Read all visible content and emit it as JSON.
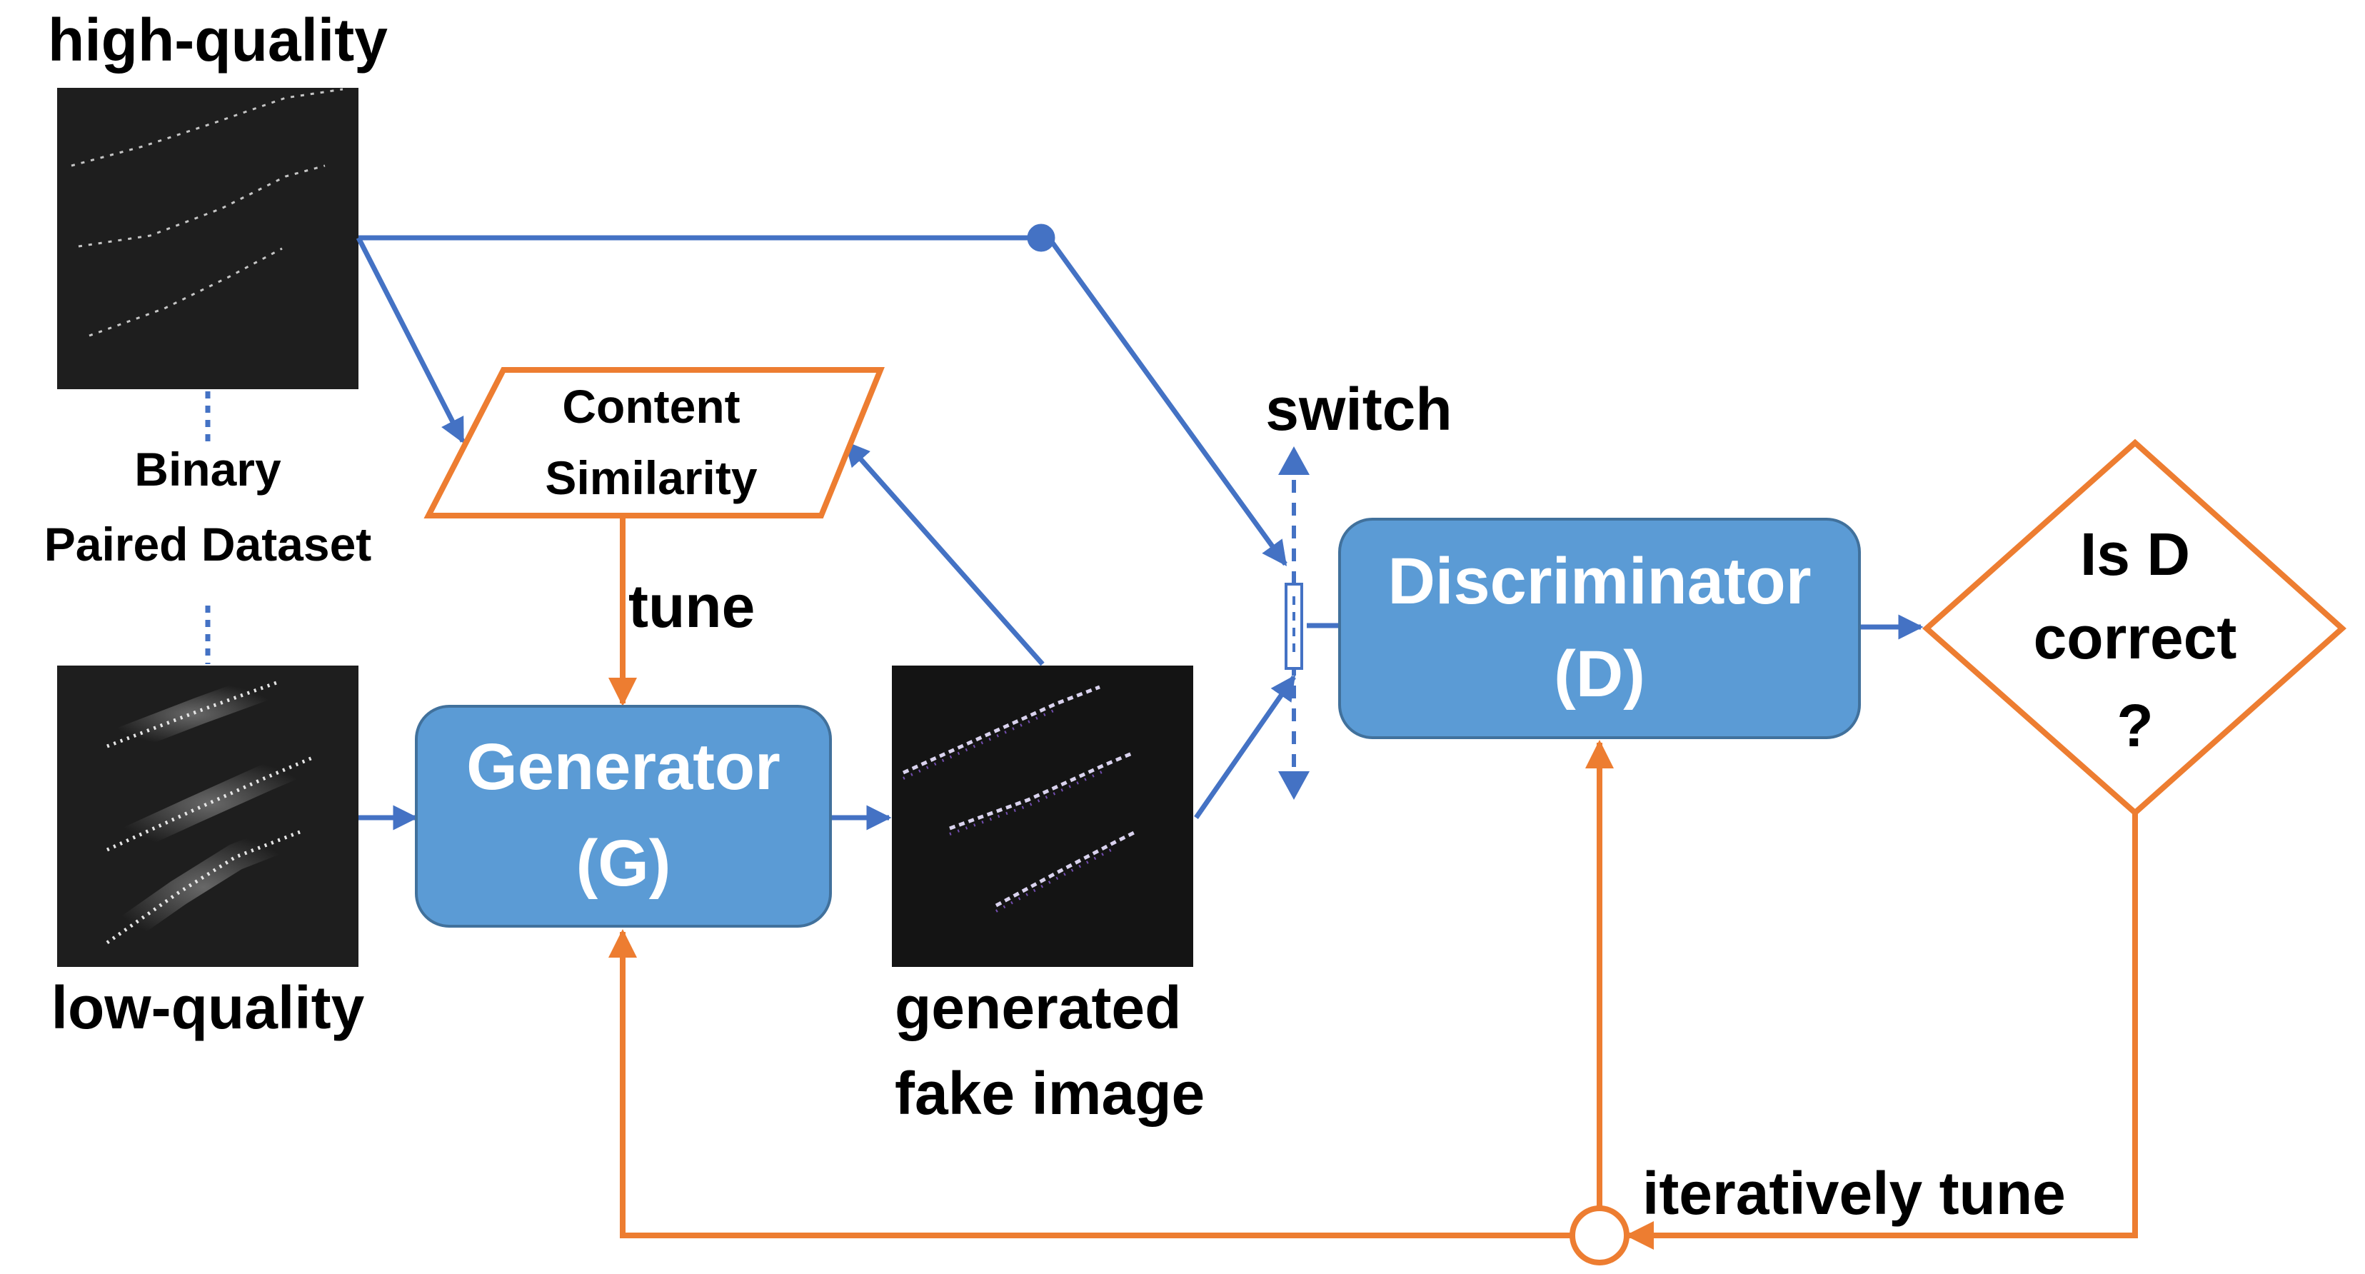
{
  "labels": {
    "high_quality": "high-quality",
    "low_quality": "low-quality",
    "binary": "Binary",
    "paired_dataset": "Paired Dataset",
    "content_line1": "Content",
    "content_line2": "Similarity",
    "tune": "tune",
    "generator_line1": "Generator",
    "generator_line2": "(G)",
    "generated_line1": "generated",
    "generated_line2": "fake image",
    "switch": "switch",
    "discriminator_line1": "Discriminator",
    "discriminator_line2": "(D)",
    "decision_line1": "Is D",
    "decision_line2": "correct",
    "decision_line3": "?",
    "iteratively_tune": "iteratively tune"
  },
  "colors": {
    "blue_arrow": "#4472C4",
    "box_fill": "#5B9BD5",
    "box_stroke": "#41719C",
    "orange": "#ED7D31",
    "image_bg": "#1e1e1e",
    "text": "#000000",
    "box_text": "#ffffff"
  }
}
